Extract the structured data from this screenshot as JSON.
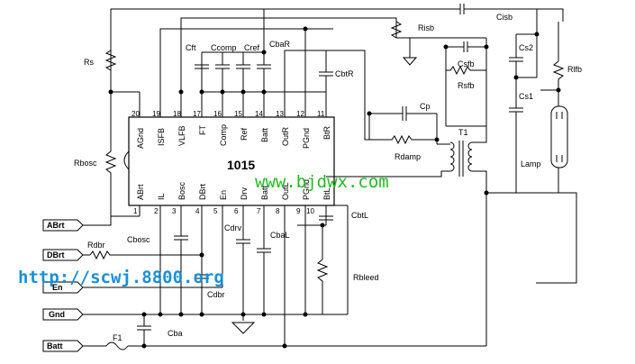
{
  "chip": {
    "name": "1015",
    "top_pins": [
      {
        "num": "20",
        "name": "AGnd"
      },
      {
        "num": "19",
        "name": "ISFB"
      },
      {
        "num": "18",
        "name": "VLFB"
      },
      {
        "num": "17",
        "name": "FT"
      },
      {
        "num": "16",
        "name": "Comp"
      },
      {
        "num": "15",
        "name": "Ref"
      },
      {
        "num": "14",
        "name": "Batt"
      },
      {
        "num": "13",
        "name": "OutR"
      },
      {
        "num": "12",
        "name": "PGnd"
      },
      {
        "num": "11",
        "name": "BtR"
      }
    ],
    "bottom_pins": [
      {
        "num": "1",
        "name": "ABrt"
      },
      {
        "num": "2",
        "name": "IL"
      },
      {
        "num": "3",
        "name": "Bosc"
      },
      {
        "num": "4",
        "name": "DBrt"
      },
      {
        "num": "5",
        "name": "En"
      },
      {
        "num": "6",
        "name": "Drv"
      },
      {
        "num": "7",
        "name": "Batt"
      },
      {
        "num": "8",
        "name": "OutL"
      },
      {
        "num": "9",
        "name": "PGnd"
      },
      {
        "num": "10",
        "name": "BtL"
      }
    ]
  },
  "components": {
    "rs": "Rs",
    "rbosc": "Rbosc",
    "cft": "Cft",
    "ccomp": "Ccomp",
    "cref": "Cref",
    "cbar": "CbaR",
    "cbtr": "CbtR",
    "risb": "Risb",
    "cisb": "Cisb",
    "csfb": "Csfb",
    "rsfb": "Rsfb",
    "cs2": "Cs2",
    "cs1": "Cs1",
    "rlfb": "Rlfb",
    "lamp": "Lamp",
    "cp": "Cp",
    "rdamp": "Rdamp",
    "t1": "T1",
    "cbtl": "CbtL",
    "rbleed": "Rbleed",
    "rdbr": "Rdbr",
    "cbosc": "Cbosc",
    "cdrv": "Cdrv",
    "cbal": "CbaL",
    "cdbr": "Cdbr",
    "cba": "Cba",
    "f1": "F1"
  },
  "ports": {
    "abrt": "ABrt",
    "dbrt": "DBrt",
    "en": "En",
    "gnd": "Gnd",
    "batt": "Batt"
  },
  "watermarks": {
    "site1": "www.bjdwx.com",
    "site2": "http://scwj.8800.org"
  },
  "colors": {
    "wire": "#000000",
    "watermark_green": "#22bb22",
    "watermark_blue": "#1a8fd8"
  }
}
